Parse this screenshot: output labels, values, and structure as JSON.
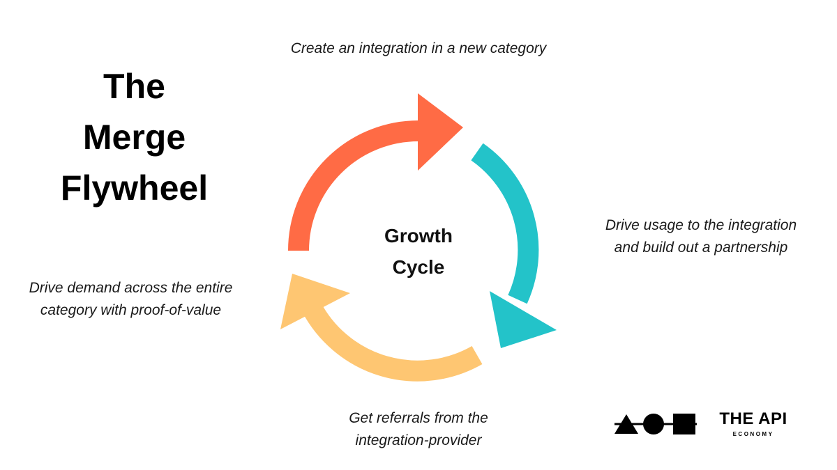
{
  "title": {
    "line1": "The",
    "line2": "Merge",
    "line3": "Flywheel"
  },
  "center": {
    "line1": "Growth",
    "line2": "Cycle"
  },
  "steps": {
    "top": {
      "line1": "Create an integration in a new category"
    },
    "right": {
      "line1": "Drive usage to the integration",
      "line2": "and build out a partnership"
    },
    "bottom": {
      "line1": "Get referrals from the",
      "line2": "integration-provider"
    },
    "left": {
      "line1": "Drive demand across the entire",
      "line2": "category with proof-of-value"
    }
  },
  "arrows": [
    {
      "name": "create",
      "color": "#FF6B45"
    },
    {
      "name": "drive-usage",
      "color": "#23C3C9"
    },
    {
      "name": "referrals",
      "color": "#FEC672"
    }
  ],
  "brand": {
    "name": "THE API",
    "sub": "ECONOMY",
    "icons": [
      "triangle-icon",
      "circle-icon",
      "square-icon"
    ]
  }
}
